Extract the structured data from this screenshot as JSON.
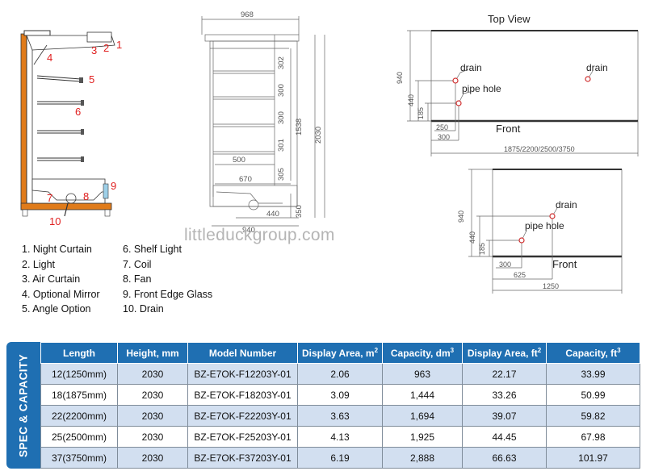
{
  "drawings": {
    "parts": [
      "1",
      "2",
      "3",
      "4",
      "5",
      "6",
      "7",
      "8",
      "9",
      "10"
    ],
    "front": {
      "width": "968",
      "shelf_heights": [
        "302",
        "300",
        "300",
        "301",
        "305"
      ],
      "height_inner": "1538",
      "height_total": "2030",
      "depth_a": "500",
      "depth_b": "670",
      "base": "350",
      "foot_a": "440",
      "foot_b": "940"
    },
    "top1": {
      "title": "Top View",
      "drain1": "drain",
      "drain2": "drain",
      "pipe": "pipe hole",
      "front": "Front",
      "d940": "940",
      "d440": "440",
      "d185": "185",
      "d250": "250",
      "d300": "300",
      "length": "1875/2200/2500/3750"
    },
    "top2": {
      "drain": "drain",
      "pipe": "pipe hole",
      "front": "Front",
      "d940": "940",
      "d440": "440",
      "d185": "185",
      "d300": "300",
      "d625": "625",
      "length": "1250"
    }
  },
  "legend": {
    "col1": [
      "1. Night Curtain",
      "2. Light",
      "3. Air Curtain",
      "4. Optional Mirror",
      "5. Angle Option"
    ],
    "col2": [
      "6. Shelf Light",
      "7. Coil",
      "8. Fan",
      "9. Front Edge Glass",
      "10. Drain"
    ]
  },
  "watermark": "littleduckgroup.com",
  "spec": {
    "side_label": "SPEC & CAPACITY",
    "headers": [
      "Length",
      "Height, mm",
      "Model Number",
      "Display Area, m",
      "Capacity, dm",
      "Display Area, ft",
      "Capacity, ft"
    ],
    "header_sups": [
      "",
      "",
      "",
      "2",
      "3",
      "2",
      "3"
    ],
    "rows": [
      [
        "12(1250mm)",
        "2030",
        "BZ-E7OK-F12203Y-01",
        "2.06",
        "963",
        "22.17",
        "33.99"
      ],
      [
        "18(1875mm)",
        "2030",
        "BZ-E7OK-F18203Y-01",
        "3.09",
        "1,444",
        "33.26",
        "50.99"
      ],
      [
        "22(2200mm)",
        "2030",
        "BZ-E7OK-F22203Y-01",
        "3.63",
        "1,694",
        "39.07",
        "59.82"
      ],
      [
        "25(2500mm)",
        "2030",
        "BZ-E7OK-F25203Y-01",
        "4.13",
        "1,925",
        "44.45",
        "67.98"
      ],
      [
        "37(3750mm)",
        "2030",
        "BZ-E7OK-F37203Y-01",
        "6.19",
        "2,888",
        "66.63",
        "101.97"
      ]
    ]
  }
}
